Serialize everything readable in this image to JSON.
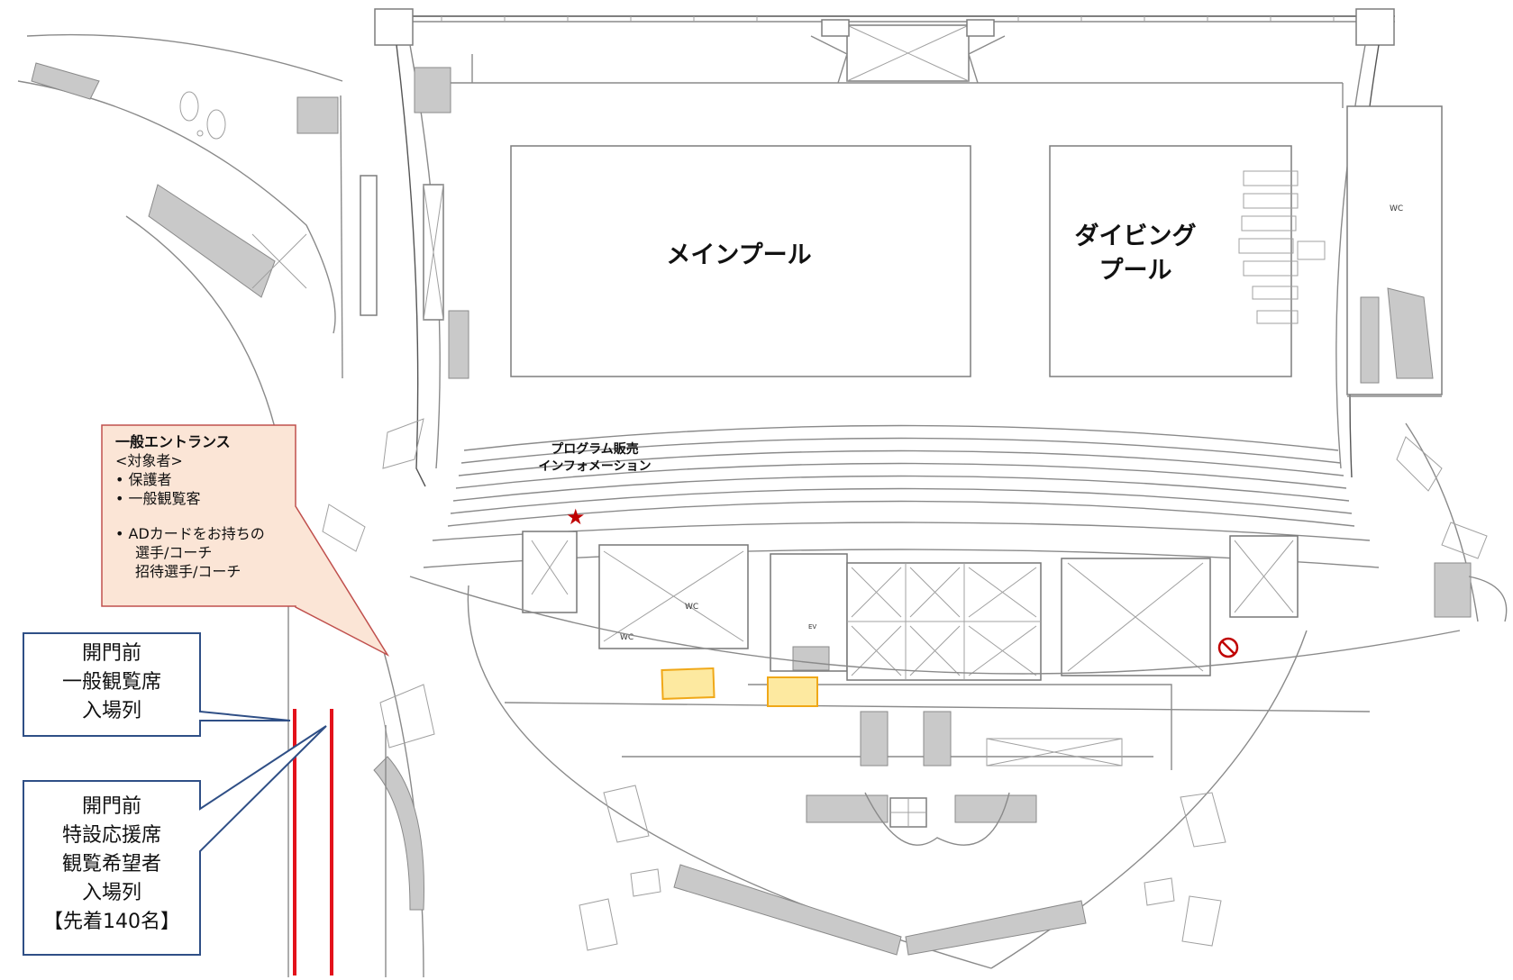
{
  "pools": {
    "main": "メインプール",
    "diving_line1": "ダイビング",
    "diving_line2": "プール"
  },
  "program_sales": {
    "line1": "プログラム販売",
    "line2": "インフォメーション"
  },
  "wc_label": "WC",
  "ev_label": "EV",
  "entrance_callout": {
    "title": "一般エントランス",
    "subtitle": "<対象者>",
    "item1": "•  保護者",
    "item2": "•  一般観覧客",
    "item3_line1": "•  ADカードをお持ちの",
    "item3_line2": "選手/コーチ",
    "item3_line3": "招待選手/コーチ"
  },
  "queue_general": {
    "line1": "開門前",
    "line2": "一般観覧席",
    "line3": "入場列"
  },
  "queue_special": {
    "line1": "開門前",
    "line2": "特設応援席",
    "line3": "観覧希望者",
    "line4": "入場列",
    "line5": "【先着140名】"
  },
  "colors": {
    "queue_line": "#e3121b",
    "callout_fill": "#fbe5d6",
    "callout_border": "#c0504d",
    "queue_box_border": "#2f4f86",
    "desk_fill": "#fde9a0",
    "desk_border": "#f0a818",
    "star": "#c00000",
    "no_entry": "#c00000"
  },
  "icons": {
    "star": "star-icon",
    "no_entry": "no-entry-icon"
  }
}
